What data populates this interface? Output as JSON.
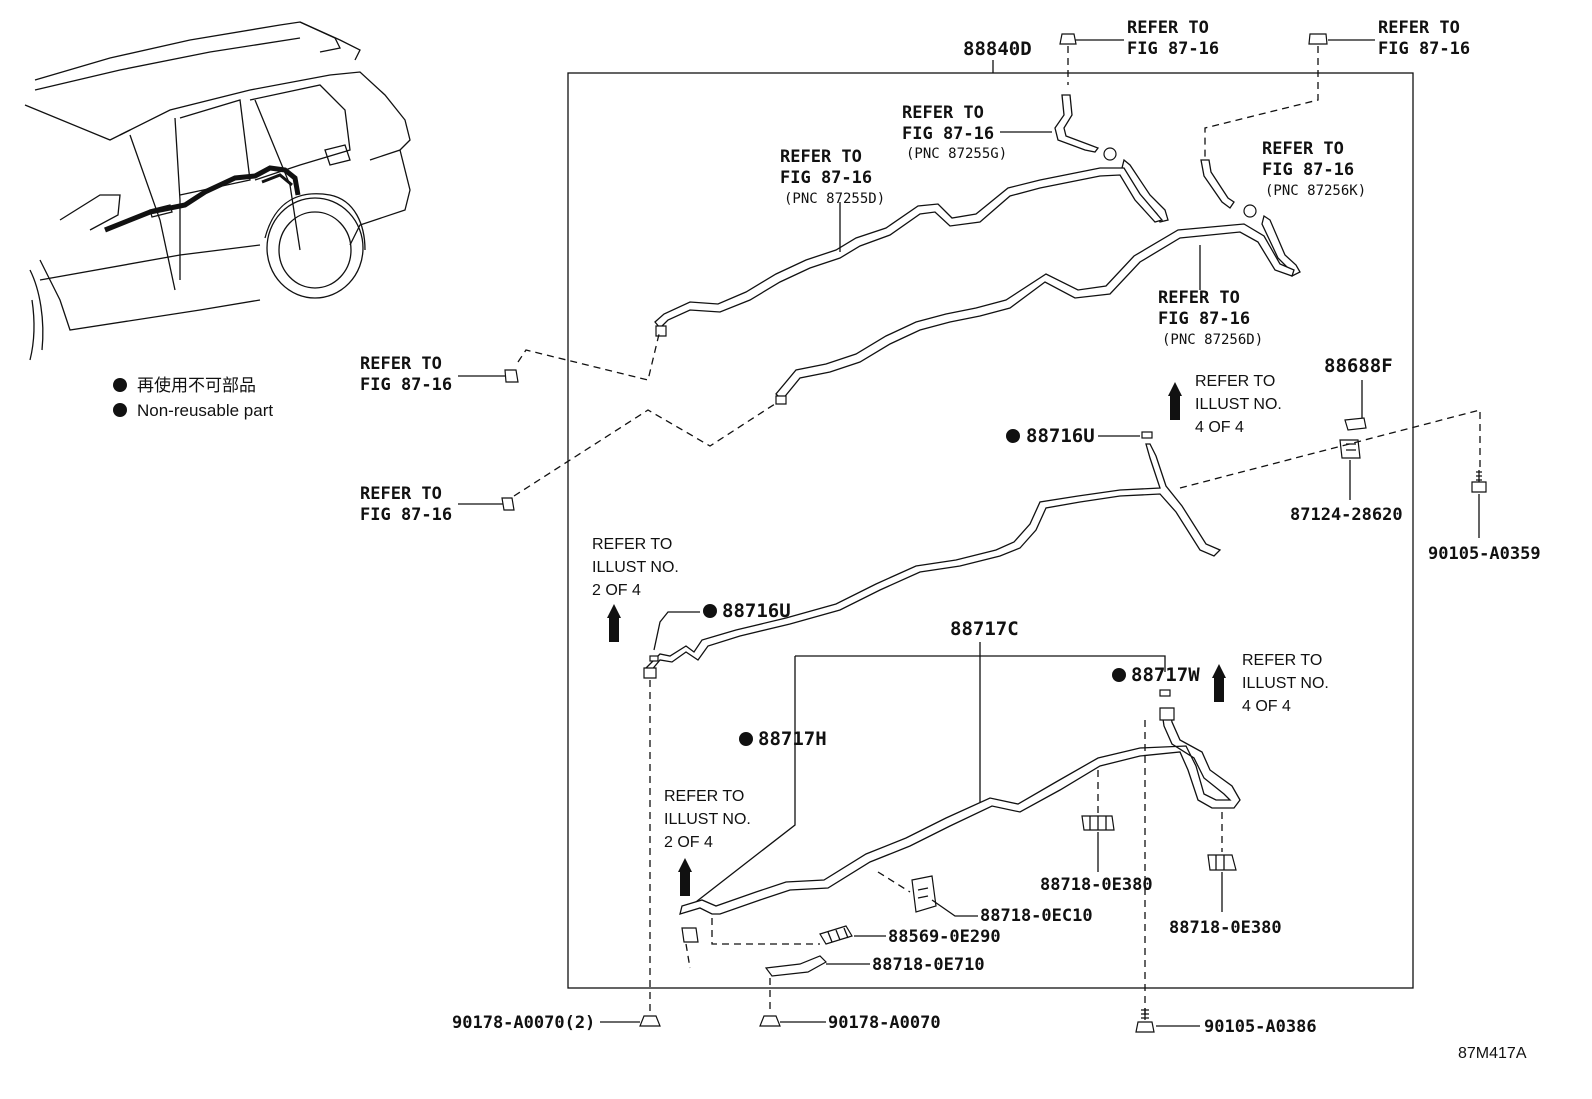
{
  "legend": {
    "jp": "再使用不可部品",
    "en": "Non-reusable part"
  },
  "diagram_code": "87M417A",
  "assembly": "88840D",
  "refer_fig": {
    "line1": "REFER TO",
    "line2": "FIG 87-16"
  },
  "pnc": {
    "p87255g": "(PNC 87255G)",
    "p87255d": "(PNC 87255D)",
    "p87256k": "(PNC 87256K)",
    "p87256d": "(PNC 87256D)"
  },
  "illust": {
    "line1": "REFER TO",
    "line2": "ILLUST NO.",
    "of4": "4 OF 4",
    "of2": "2 OF 4"
  },
  "parts": {
    "p88688f": "88688F",
    "p88716u_a": "88716U",
    "p88716u_b": "88716U",
    "p87124": "87124-28620",
    "p90105a0359": "90105-A0359",
    "p88717c": "88717C",
    "p88717w": "88717W",
    "p88717h": "88717H",
    "p88718_0e380_a": "88718-0E380",
    "p88718_0e380_b": "88718-0E380",
    "p88718_0ec10": "88718-0EC10",
    "p88569": "88569-0E290",
    "p88718_0e710": "88718-0E710",
    "p90178_2": "90178-A0070(2)",
    "p90178": "90178-A0070",
    "p90105a0386": "90105-A0386"
  }
}
